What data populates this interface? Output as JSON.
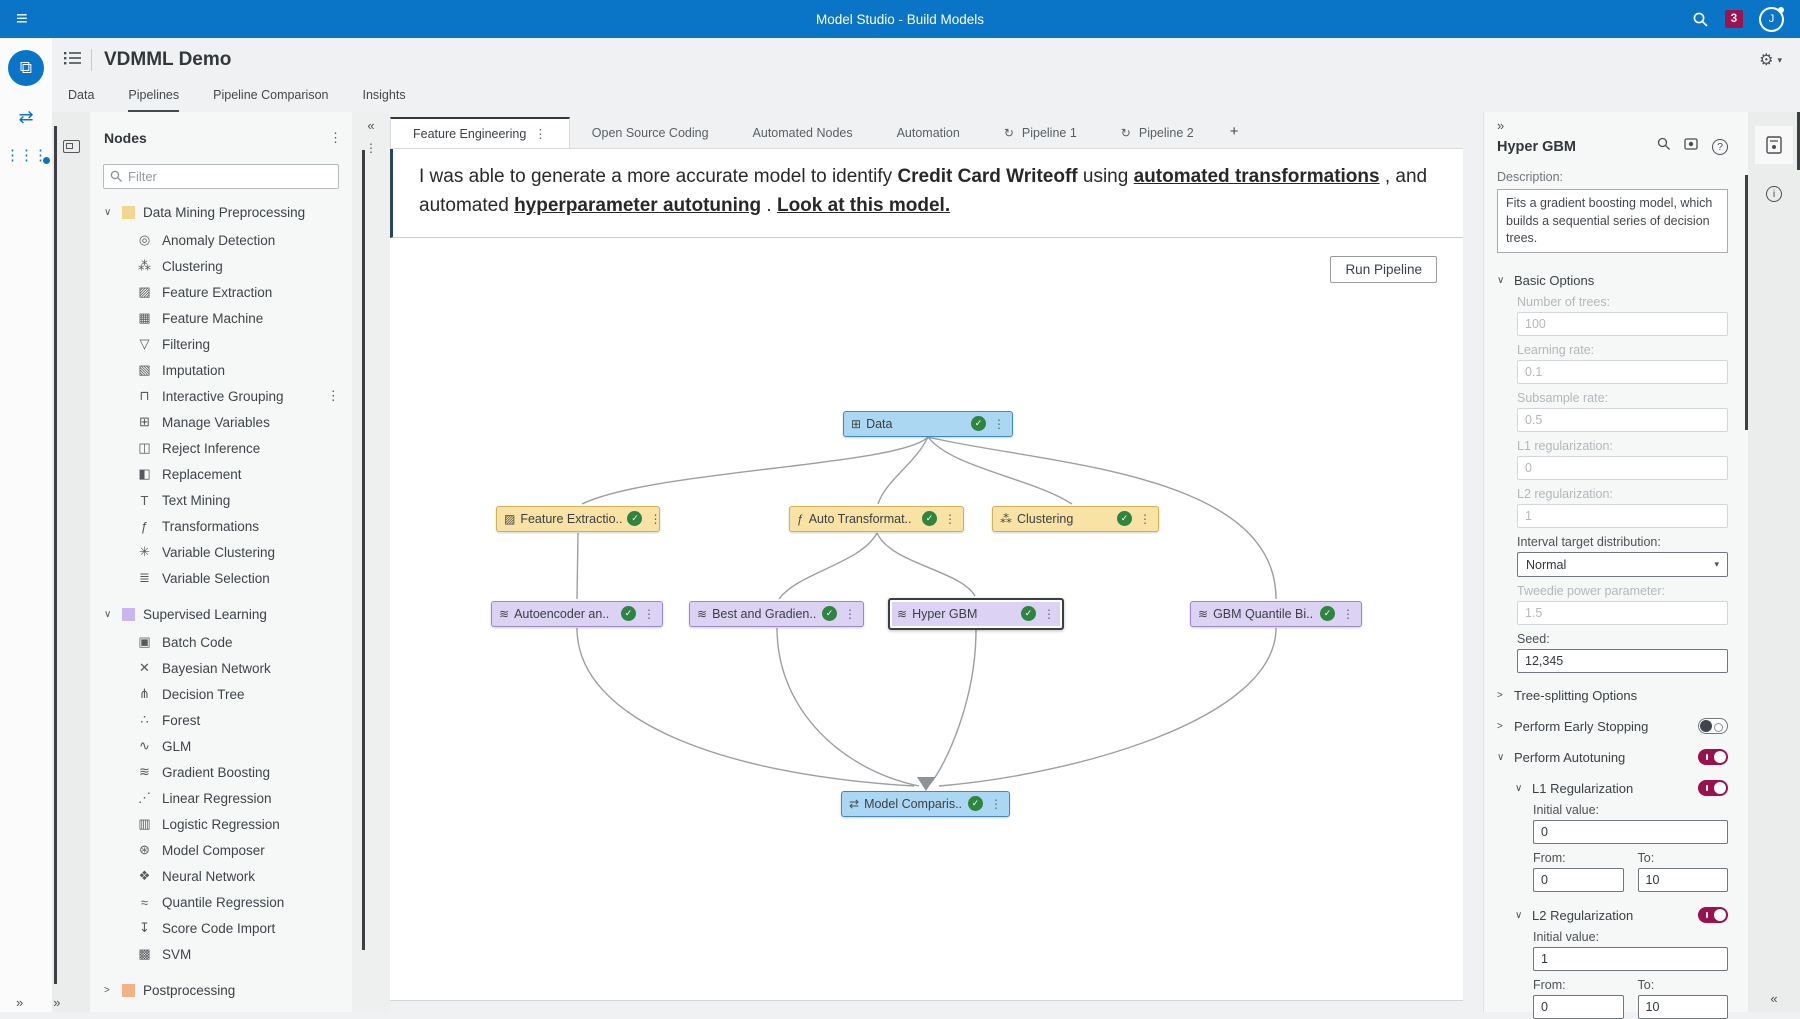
{
  "topbar": {
    "title": "Model Studio - Build Models",
    "notification_count": "3",
    "avatar_initial": "J"
  },
  "header": {
    "project_title": "VDMML Demo"
  },
  "main_tabs": [
    {
      "label": "Data",
      "cls": ""
    },
    {
      "label": "Pipelines",
      "cls": "active"
    },
    {
      "label": "Pipeline Comparison",
      "cls": ""
    },
    {
      "label": "Insights",
      "cls": ""
    }
  ],
  "nodes_panel": {
    "title": "Nodes",
    "filter_placeholder": "Filter",
    "preprocessing": {
      "label": "Data Mining Preprocessing",
      "swatch_color": "#f2d68f",
      "items": [
        {
          "icon": "◎",
          "icon_name": "anomaly-detection-icon",
          "label": "Anomaly Detection",
          "kebab": ""
        },
        {
          "icon": "⁂",
          "icon_name": "clustering-icon",
          "label": "Clustering",
          "kebab": ""
        },
        {
          "icon": "▨",
          "icon_name": "feature-extraction-icon",
          "label": "Feature Extraction",
          "kebab": ""
        },
        {
          "icon": "▦",
          "icon_name": "feature-machine-icon",
          "label": "Feature Machine",
          "kebab": ""
        },
        {
          "icon": "▽",
          "icon_name": "filtering-icon",
          "label": "Filtering",
          "kebab": ""
        },
        {
          "icon": "▧",
          "icon_name": "imputation-icon",
          "label": "Imputation",
          "kebab": ""
        },
        {
          "icon": "⊓",
          "icon_name": "interactive-grouping-icon",
          "label": "Interactive Grouping",
          "kebab": "⋮"
        },
        {
          "icon": "⊞",
          "icon_name": "manage-variables-icon",
          "label": "Manage Variables",
          "kebab": ""
        },
        {
          "icon": "◫",
          "icon_name": "reject-inference-icon",
          "label": "Reject Inference",
          "kebab": ""
        },
        {
          "icon": "◧",
          "icon_name": "replacement-icon",
          "label": "Replacement",
          "kebab": ""
        },
        {
          "icon": "T",
          "icon_name": "text-mining-icon",
          "label": "Text Mining",
          "kebab": ""
        },
        {
          "icon": "ƒ",
          "icon_name": "transformations-icon",
          "label": "Transformations",
          "kebab": ""
        },
        {
          "icon": "✳",
          "icon_name": "variable-clustering-icon",
          "label": "Variable Clustering",
          "kebab": ""
        },
        {
          "icon": "≣",
          "icon_name": "variable-selection-icon",
          "label": "Variable Selection",
          "kebab": ""
        }
      ]
    },
    "supervised": {
      "label": "Supervised Learning",
      "swatch_color": "#cbb6f0",
      "items": [
        {
          "icon": "▣",
          "icon_name": "batch-code-icon",
          "label": "Batch Code",
          "kebab": ""
        },
        {
          "icon": "✕",
          "icon_name": "bayesian-network-icon",
          "label": "Bayesian Network",
          "kebab": ""
        },
        {
          "icon": "⋔",
          "icon_name": "decision-tree-icon",
          "label": "Decision Tree",
          "kebab": ""
        },
        {
          "icon": "∴",
          "icon_name": "forest-icon",
          "label": "Forest",
          "kebab": ""
        },
        {
          "icon": "∿",
          "icon_name": "glm-icon",
          "label": "GLM",
          "kebab": ""
        },
        {
          "icon": "≋",
          "icon_name": "gradient-boosting-icon",
          "label": "Gradient Boosting",
          "kebab": ""
        },
        {
          "icon": "⋰",
          "icon_name": "linear-regression-icon",
          "label": "Linear Regression",
          "kebab": ""
        },
        {
          "icon": "▥",
          "icon_name": "logistic-regression-icon",
          "label": "Logistic Regression",
          "kebab": ""
        },
        {
          "icon": "⊛",
          "icon_name": "model-composer-icon",
          "label": "Model Composer",
          "kebab": ""
        },
        {
          "icon": "❖",
          "icon_name": "neural-network-icon",
          "label": "Neural Network",
          "kebab": ""
        },
        {
          "icon": "≈",
          "icon_name": "quantile-regression-icon",
          "label": "Quantile Regression",
          "kebab": ""
        },
        {
          "icon": "↧",
          "icon_name": "score-code-import-icon",
          "label": "Score Code Import",
          "kebab": ""
        },
        {
          "icon": "▩",
          "icon_name": "svm-icon",
          "label": "SVM",
          "kebab": ""
        }
      ]
    },
    "postprocessing": {
      "label": "Postprocessing",
      "swatch_color": "#f3b286"
    }
  },
  "canvas": {
    "tabs": [
      {
        "label": "Feature Engineering",
        "cls": "active",
        "icon": "",
        "kebab": "⋮"
      },
      {
        "label": "Open Source Coding",
        "cls": "",
        "icon": "",
        "kebab": ""
      },
      {
        "label": "Automated Nodes",
        "cls": "",
        "icon": "",
        "kebab": ""
      },
      {
        "label": "Automation",
        "cls": "",
        "icon": "",
        "kebab": ""
      },
      {
        "label": "Pipeline 1",
        "cls": "",
        "icon": "↻",
        "kebab": ""
      },
      {
        "label": "Pipeline 2",
        "cls": "",
        "icon": "↻",
        "kebab": ""
      }
    ],
    "add_tab_label": "+",
    "message_segments": [
      {
        "text": "I was able to generate a more accurate model to identify ",
        "style": "seg-plain",
        "ia": "false"
      },
      {
        "text": "Credit Card Writeoff",
        "style": "seg-bold",
        "ia": "false"
      },
      {
        "text": " using ",
        "style": "seg-plain",
        "ia": "false"
      },
      {
        "text": "automated transformations",
        "style": "seg-bold-underline",
        "ia": "true"
      },
      {
        "text": ", and automated ",
        "style": "seg-plain",
        "ia": "false"
      },
      {
        "text": "hyperparameter autotuning",
        "style": "seg-bold-underline",
        "ia": "true"
      },
      {
        "text": ". ",
        "style": "seg-plain",
        "ia": "false"
      },
      {
        "text": "Look at this model.",
        "style": "seg-bold-underline",
        "ia": "true"
      }
    ],
    "run_button_label": "Run Pipeline",
    "pipeline_nodes": {
      "data": {
        "label": "Data",
        "icon": "⊞"
      },
      "feature_extraction": {
        "label": "Feature Extractio..",
        "icon": "▨"
      },
      "auto_transform": {
        "label": "Auto Transformat..",
        "icon": "ƒ"
      },
      "clustering": {
        "label": "Clustering",
        "icon": "⁂"
      },
      "autoencoder": {
        "label": "Autoencoder an..",
        "icon": "≋"
      },
      "best_gradient": {
        "label": "Best and Gradien..",
        "icon": "≋"
      },
      "hyper_gbm": {
        "label": "Hyper GBM",
        "icon": "≋"
      },
      "gbm_quantile": {
        "label": "GBM Quantile Bi..",
        "icon": "≋"
      },
      "model_comparison": {
        "label": "Model Comparis..",
        "icon": "⇄"
      }
    }
  },
  "properties": {
    "panel_title": "Hyper GBM",
    "description_label": "Description:",
    "description_text": "Fits a gradient boosting model, which builds a sequential series of decision trees.",
    "basic_options_label": "Basic Options",
    "basic_fields": [
      {
        "label": "Number of trees:",
        "value": "100"
      },
      {
        "label": "Learning rate:",
        "value": "0.1"
      },
      {
        "label": "Subsample rate:",
        "value": "0.5"
      },
      {
        "label": "L1 regularization:",
        "value": "0"
      },
      {
        "label": "L2 regularization:",
        "value": "1"
      }
    ],
    "interval_label": "Interval target distribution:",
    "interval_value": "Normal",
    "tweedie_label": "Tweedie power parameter:",
    "tweedie_value": "1.5",
    "seed_label": "Seed:",
    "seed_value": "12,345",
    "tree_splitting_label": "Tree-splitting Options",
    "early_stopping_label": "Perform Early Stopping",
    "autotuning_label": "Perform Autotuning",
    "l1_label": "L1 Regularization",
    "l2_label": "L2 Regularization",
    "initial_value_label": "Initial value:",
    "from_label": "From:",
    "to_label": "To:",
    "l1_initial": "0",
    "l1_from": "0",
    "l1_to": "10",
    "l2_initial": "1",
    "l2_from": "0",
    "l2_to": "10"
  }
}
